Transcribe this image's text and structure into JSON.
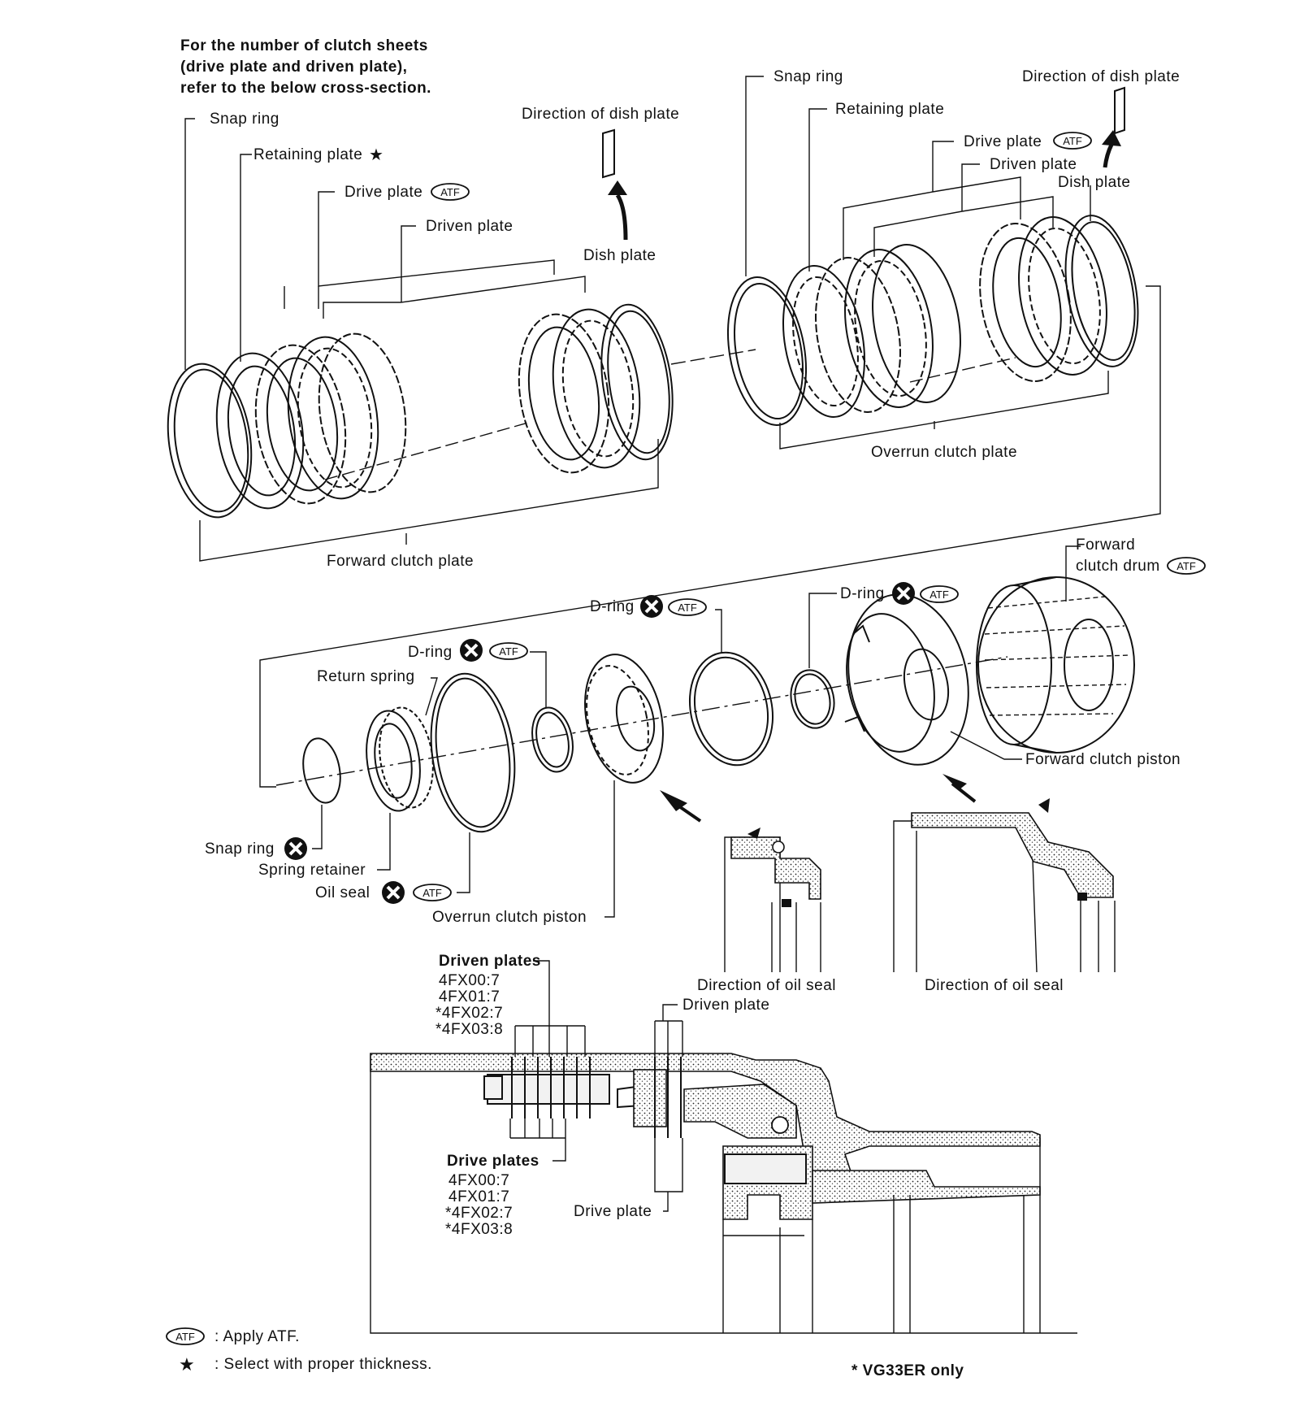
{
  "note": {
    "line1": "For the number of clutch sheets",
    "line2": "(drive plate and driven plate),",
    "line3": "refer to the below cross-section."
  },
  "top_left": {
    "snap_ring": "Snap ring",
    "retaining_plate": "Retaining plate",
    "drive_plate": "Drive plate",
    "driven_plate": "Driven plate",
    "direction_of_dish_plate": "Direction of dish plate",
    "dish_plate": "Dish plate",
    "forward_clutch_plate": "Forward clutch plate"
  },
  "top_right": {
    "snap_ring": "Snap ring",
    "retaining_plate": "Retaining plate",
    "drive_plate": "Drive plate",
    "driven_plate": "Driven plate",
    "direction_of_dish_plate": "Direction of dish plate",
    "dish_plate": "Dish plate",
    "overrun_clutch_plate": "Overrun clutch plate"
  },
  "middle": {
    "forward_clutch_drum_1": "Forward",
    "forward_clutch_drum_2": "clutch drum",
    "d_ring_1": "D-ring",
    "d_ring_2": "D-ring",
    "d_ring_3": "D-ring",
    "return_spring": "Return spring",
    "snap_ring": "Snap ring",
    "spring_retainer": "Spring retainer",
    "oil_seal": "Oil seal",
    "overrun_clutch_piston": "Overrun clutch piston",
    "forward_clutch_piston": "Forward clutch piston",
    "direction_of_oil_seal_1": "Direction of oil seal",
    "direction_of_oil_seal_2": "Direction of oil seal"
  },
  "cross_section": {
    "driven_plates": "Driven plates",
    "driven_plates_counts": [
      "4FX00:7",
      "4FX01:7",
      "*4FX02:7",
      "*4FX03:8"
    ],
    "driven_plate": "Driven plate",
    "drive_plates": "Drive plates",
    "drive_plates_counts": [
      "4FX00:7",
      "4FX01:7",
      "*4FX02:7",
      "*4FX03:8"
    ],
    "drive_plate": "Drive plate"
  },
  "legend": {
    "atf_badge": "ATF",
    "atf_text": ": Apply ATF.",
    "star_symbol": "★",
    "star_text": ": Select with proper thickness.",
    "footnote": "* VG33ER only"
  }
}
